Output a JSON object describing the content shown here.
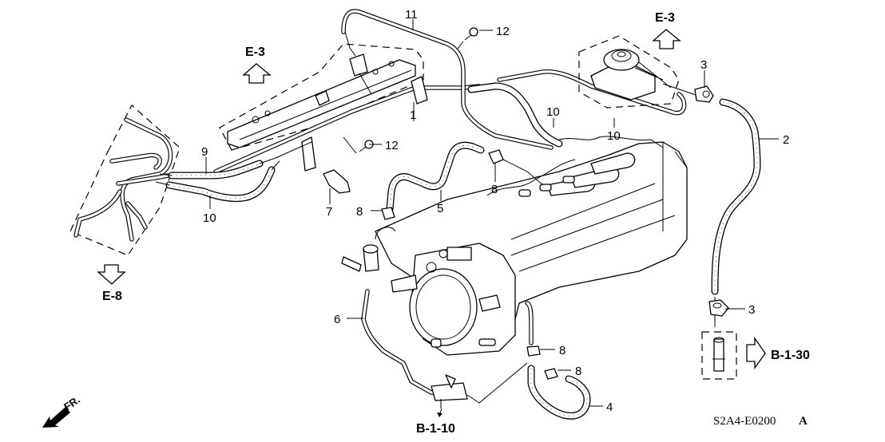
{
  "diagram": {
    "title": "Intake manifold water/breather hoses and tubes",
    "drawing_code": "S2A4-E0200",
    "revision": "A",
    "orientation_label": "FR.",
    "part_callouts": [
      {
        "id": "c1",
        "number": "1",
        "part": "hose-clamp-bracket"
      },
      {
        "id": "c2",
        "number": "2",
        "part": "water-hose"
      },
      {
        "id": "c3a",
        "number": "3",
        "part": "hose-clip-upper"
      },
      {
        "id": "c3b",
        "number": "3",
        "part": "hose-clip-lower"
      },
      {
        "id": "c4",
        "number": "4",
        "part": "water-hose-lower"
      },
      {
        "id": "c5",
        "number": "5",
        "part": "breather-hose"
      },
      {
        "id": "c6",
        "number": "6",
        "part": "water-pipe"
      },
      {
        "id": "c7",
        "number": "7",
        "part": "clamp"
      },
      {
        "id": "c8a",
        "number": "8",
        "part": "hose-clip"
      },
      {
        "id": "c8b",
        "number": "8",
        "part": "hose-clip"
      },
      {
        "id": "c8c",
        "number": "8",
        "part": "hose-clip"
      },
      {
        "id": "c8d",
        "number": "8",
        "part": "hose-clip"
      },
      {
        "id": "c9",
        "number": "9",
        "part": "fuel-hose-upper"
      },
      {
        "id": "c10a",
        "number": "10",
        "part": "vacuum-hose-left"
      },
      {
        "id": "c10b",
        "number": "10",
        "part": "vacuum-hose-center"
      },
      {
        "id": "c10c",
        "number": "10",
        "part": "vacuum-hose-right"
      },
      {
        "id": "c11",
        "number": "11",
        "part": "vacuum-tube"
      },
      {
        "id": "c12a",
        "number": "12",
        "part": "bolt-upper"
      },
      {
        "id": "c12b",
        "number": "12",
        "part": "bolt-lower"
      }
    ],
    "section_refs": [
      {
        "id": "ref-e3-left",
        "label": "E-3",
        "direction": "up"
      },
      {
        "id": "ref-e3-right",
        "label": "E-3",
        "direction": "up"
      },
      {
        "id": "ref-e8",
        "label": "E-8",
        "direction": "down"
      },
      {
        "id": "ref-b110",
        "label": "B-1-10",
        "direction": "down"
      },
      {
        "id": "ref-b130",
        "label": "B-1-30",
        "direction": "right"
      }
    ]
  }
}
